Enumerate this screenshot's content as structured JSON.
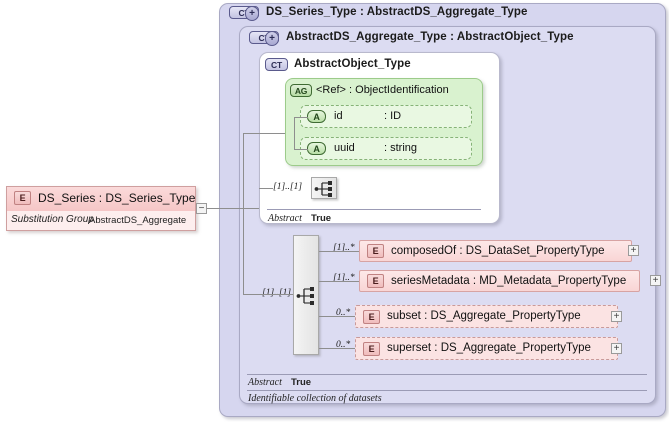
{
  "diagram": {
    "title": "XSD element diagram",
    "root_element": {
      "icon": "element-icon",
      "icon_label": "E",
      "name_and_type": "DS_Series : DS_Series_Type",
      "substitution_group_label": "Substitution Group",
      "substitution_group_value": "AbstractDS_Aggregate",
      "collapse_glyph": "−"
    },
    "panels": [
      {
        "id": "ds_series_type",
        "badge": "CT",
        "badge_has_plus": true,
        "plus_glyph": "+",
        "title": "DS_Series_Type : AbstractDS_Aggregate_Type"
      },
      {
        "id": "abstractds_aggregate_type",
        "badge": "CT",
        "badge_has_plus": true,
        "plus_glyph": "+",
        "title": "AbstractDS_Aggregate_Type : AbstractObject_Type"
      },
      {
        "id": "abstractobject_type",
        "badge": "CT",
        "badge_has_plus": false,
        "title": "AbstractObject_Type"
      }
    ],
    "attribute_group": {
      "badge": "AG",
      "title": "<Ref>       : ObjectIdentification",
      "attributes": [
        {
          "badge": "A",
          "name": "id",
          "type": ": ID"
        },
        {
          "badge": "A",
          "name": "uuid",
          "type": ": string"
        }
      ]
    },
    "sequences": [
      {
        "id": "inner-sequence",
        "cardinality": "[1]..[1]",
        "icon": "sequence-icon"
      },
      {
        "id": "outer-sequence",
        "cardinality": "[1]..[1]",
        "icon": "sequence-icon"
      }
    ],
    "elements": [
      {
        "icon_label": "E",
        "name": "composedOf",
        "separator": ":",
        "type": "DS_DataSet_PropertyType",
        "label": "composedOf : DS_DataSet_PropertyType",
        "cardinality": "[1]..*",
        "optional": false,
        "expand_glyph": "+"
      },
      {
        "icon_label": "E",
        "name": "seriesMetadata",
        "separator": ":",
        "type": "MD_Metadata_PropertyType",
        "label": "seriesMetadata : MD_Metadata_PropertyType",
        "cardinality": "[1]..*",
        "optional": false,
        "expand_glyph": "+"
      },
      {
        "icon_label": "E",
        "name": "subset",
        "separator": ":",
        "type": "DS_Aggregate_PropertyType",
        "label": "subset      : DS_Aggregate_PropertyType",
        "cardinality": "0..*",
        "optional": true,
        "expand_glyph": "+"
      },
      {
        "icon_label": "E",
        "name": "superset",
        "separator": ":",
        "type": "DS_Aggregate_PropertyType",
        "label": "superset : DS_Aggregate_PropertyType",
        "cardinality": "0..*",
        "optional": true,
        "expand_glyph": "+"
      }
    ],
    "footers": {
      "inner_abstract_label": "Abstract",
      "inner_abstract_value": "True",
      "outer_abstract_label": "Abstract",
      "outer_abstract_value": "True",
      "documentation": "Identifiable collection of datasets"
    },
    "colors": {
      "panel_bg": "#d7d7f0",
      "panel_border": "#a9a9c4",
      "attr_group_bg": "#d9f2cf",
      "attr_group_border": "#9ccb8a",
      "element_bg": "#fde8e8",
      "element_border": "#d7a3a3",
      "line": "#8e8e8e"
    }
  }
}
